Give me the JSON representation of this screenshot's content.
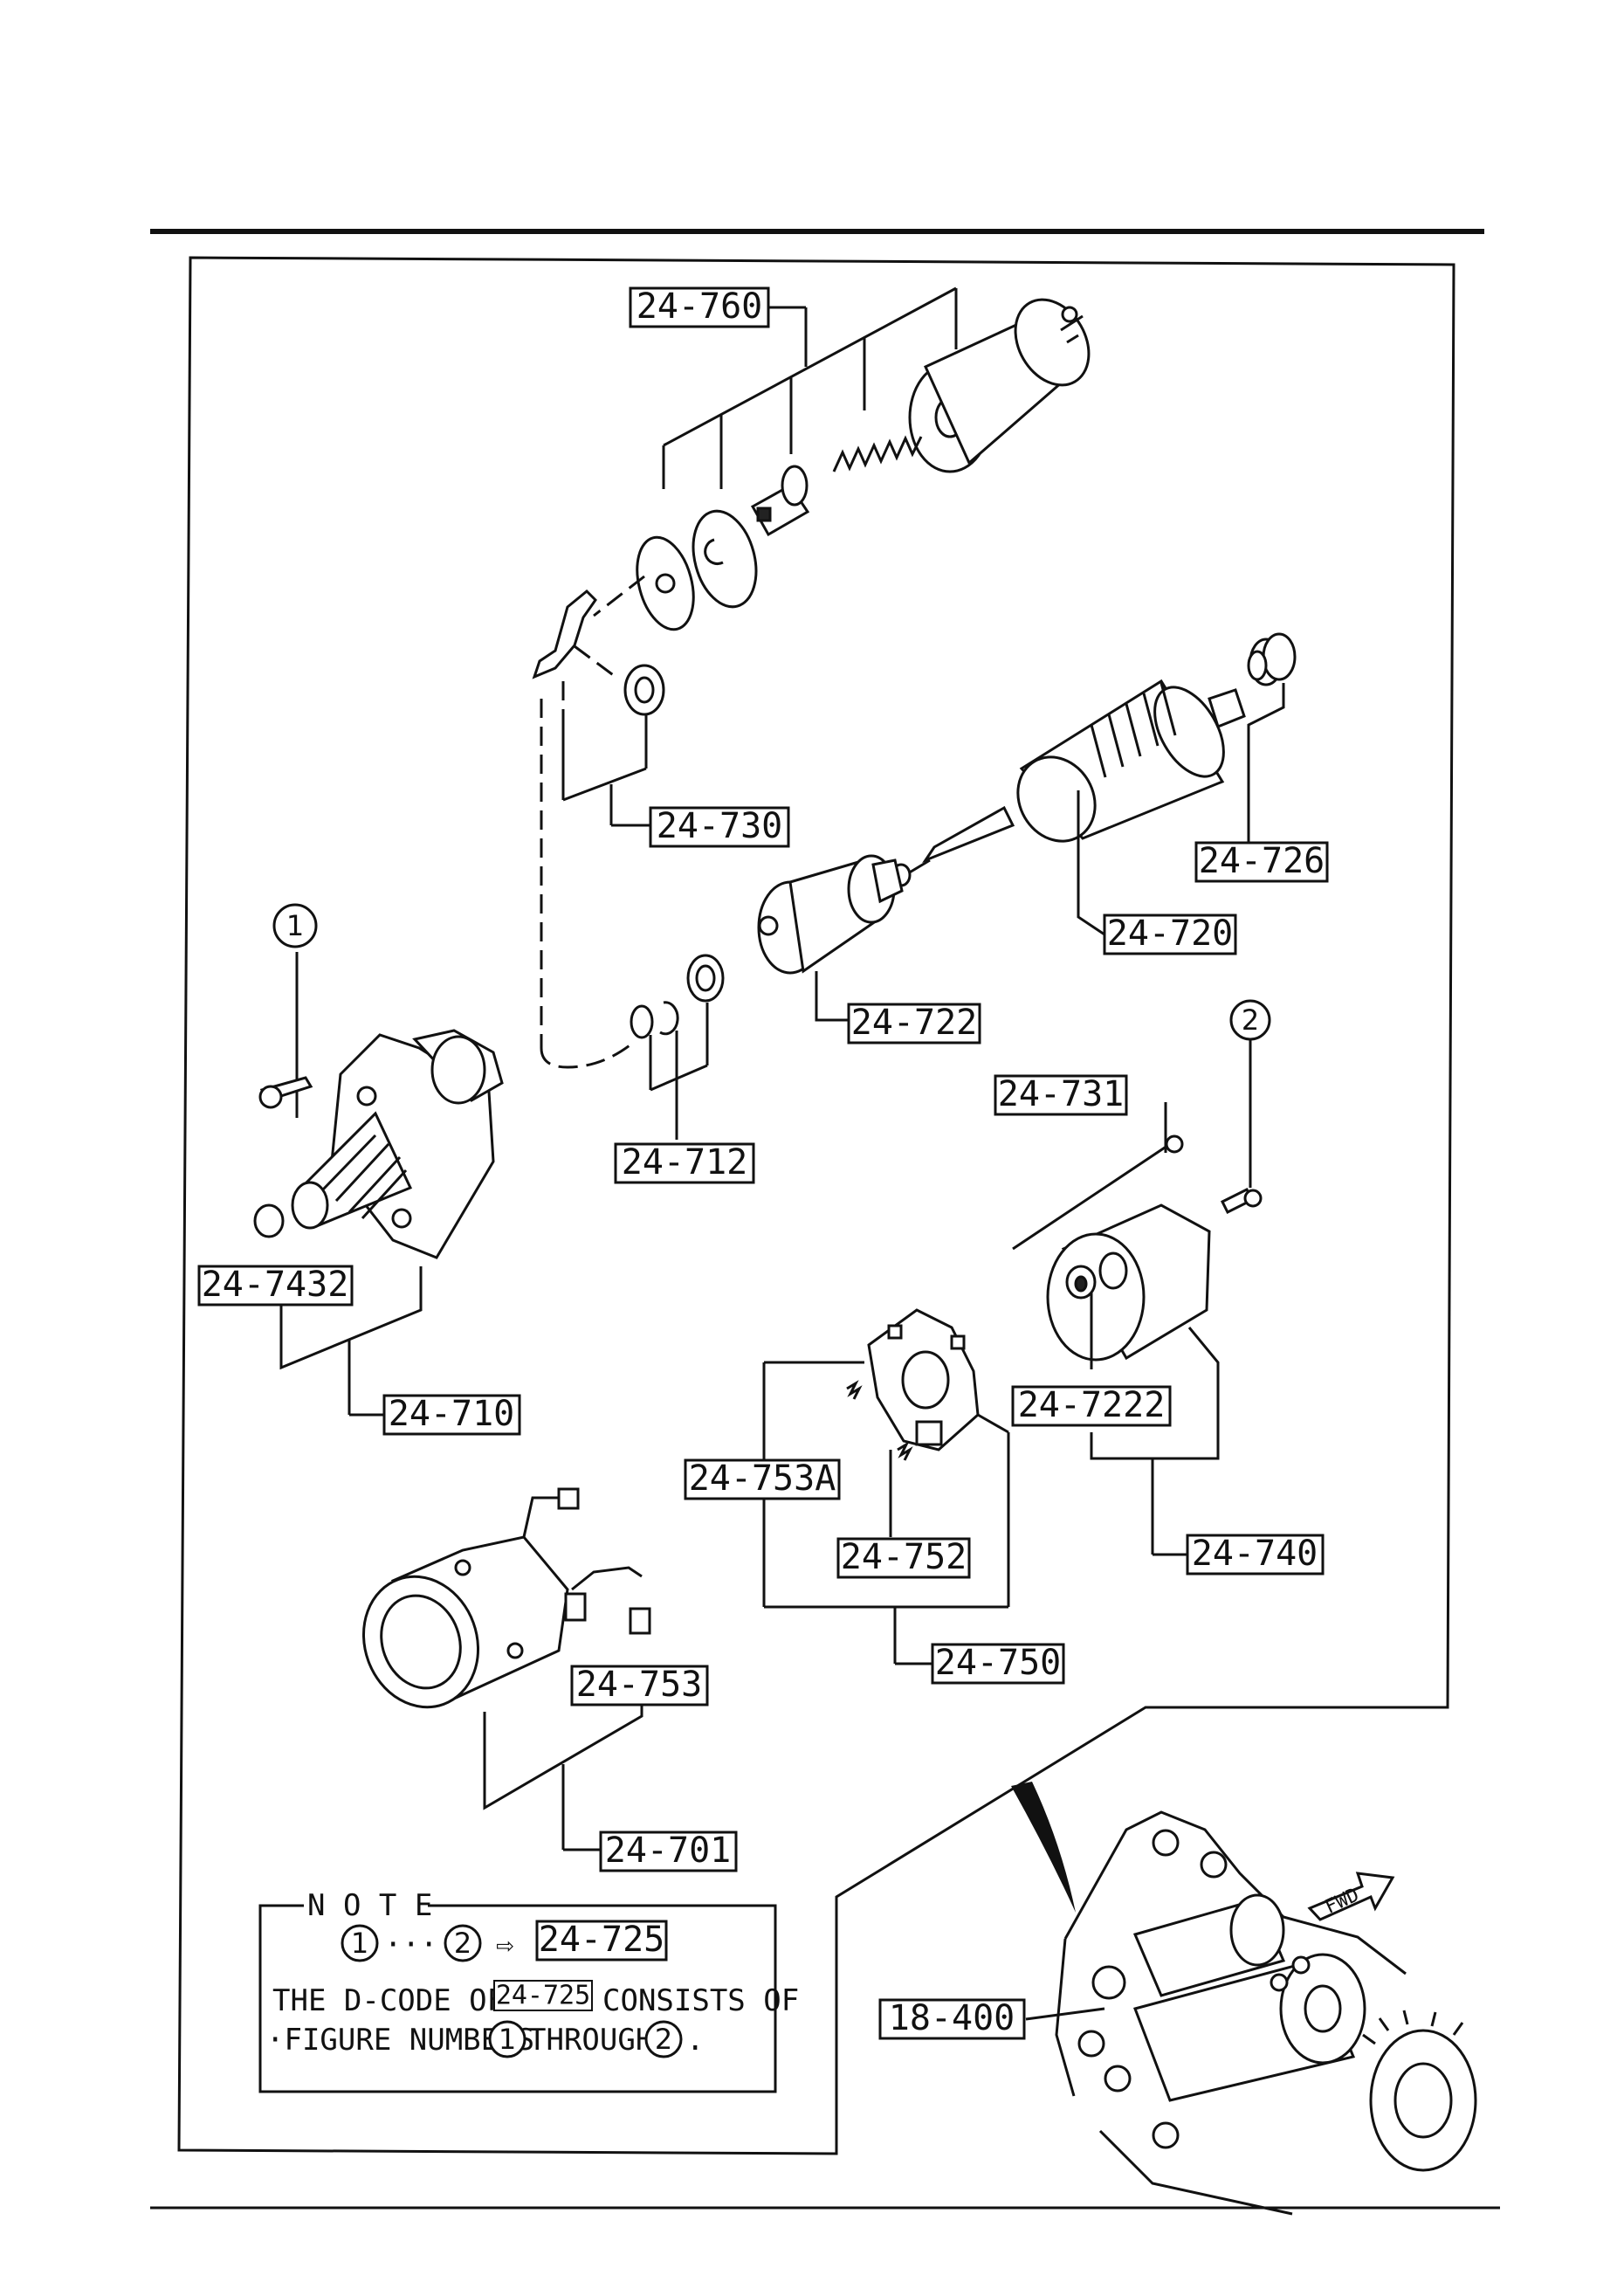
{
  "labels": {
    "l24_760": "24-760",
    "l24_730": "24-730",
    "l24_726": "24-726",
    "l24_720": "24-720",
    "l24_722": "24-722",
    "l24_712": "24-712",
    "l24_731": "24-731",
    "l24_7432": "24-7432",
    "l24_710": "24-710",
    "l24_7222": "24-7222",
    "l24_753A": "24-753A",
    "l24_752": "24-752",
    "l24_740": "24-740",
    "l24_750": "24-750",
    "l24_753": "24-753",
    "l24_701": "24-701",
    "l18_400": "18-400"
  },
  "markers": {
    "m1": "1",
    "m2": "2"
  },
  "note": {
    "title": "N O T E",
    "ref_label": "24-725",
    "ellipsis": "···",
    "arrow": "⇨",
    "line1": "THE D-CODE OF",
    "line1b": "CONSISTS OF",
    "line2a": "·FIGURE NUMBERS",
    "line2b": "THROUGH",
    "line2c": "."
  },
  "inset": {
    "fwd": "FWD"
  }
}
